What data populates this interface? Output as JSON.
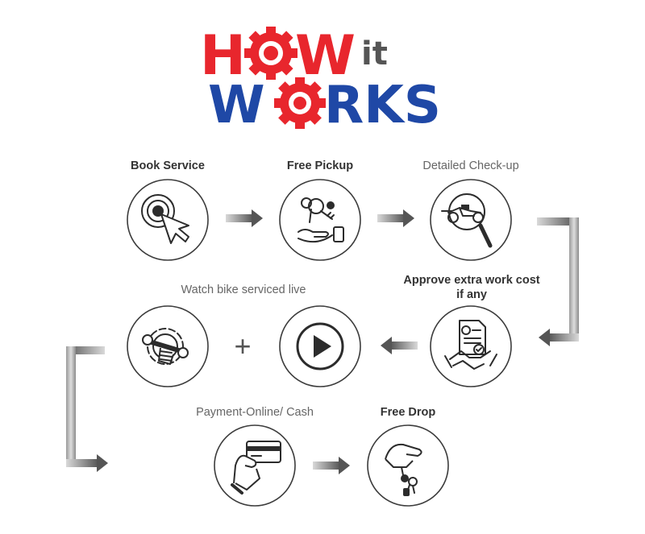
{
  "logo": {
    "line1_a": "H",
    "line1_b": "W",
    "line1_it": "it",
    "line2_a": "W",
    "line2_b": "RKS",
    "red": "#e8262d",
    "blue": "#1f48a6"
  },
  "steps": [
    {
      "label": "Book Service",
      "icon": "cursor-click-icon"
    },
    {
      "label": "Free Pickup",
      "icon": "hand-keys-icon"
    },
    {
      "label": "Detailed Check-up",
      "icon": "magnifier-bike-icon"
    },
    {
      "label_line1": "Approve extra work cost",
      "label_line2": "if any",
      "icon": "document-handshake-icon"
    },
    {
      "label": "Watch bike serviced live",
      "icon": "gear-wrench-icon"
    },
    {
      "icon": "play-icon"
    },
    {
      "label": "Payment-Online/ Cash",
      "icon": "card-hand-icon"
    },
    {
      "label": "Free Drop",
      "icon": "hand-key-icon"
    }
  ],
  "plus_sign": "+"
}
